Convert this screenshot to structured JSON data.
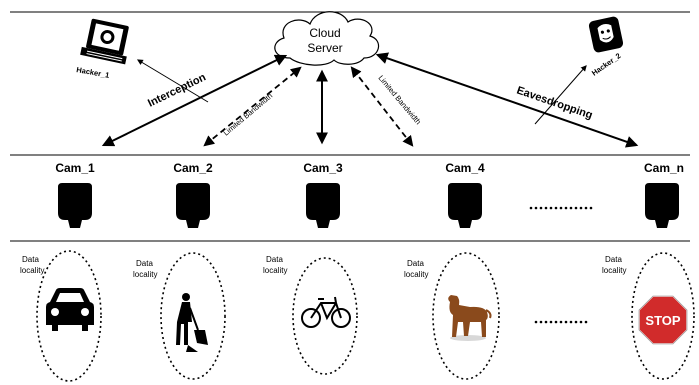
{
  "cloud": {
    "line1": "Cloud",
    "line2": "Server"
  },
  "hackers": [
    {
      "label": "Hacker_1",
      "icon": "laptop-hacker-icon"
    },
    {
      "label": "Hacker_2",
      "icon": "masked-hacker-icon"
    }
  ],
  "links": {
    "interception": "Interception",
    "eavesdropping": "Eavesdropping",
    "limited_bandwidth_left": "Limited Bandwidth",
    "limited_bandwidth_right": "Limited Bandwidth"
  },
  "cameras": [
    {
      "label": "Cam_1",
      "icon": "camera-icon"
    },
    {
      "label": "Cam_2",
      "icon": "camera-icon"
    },
    {
      "label": "Cam_3",
      "icon": "camera-icon"
    },
    {
      "label": "Cam_4",
      "icon": "camera-icon"
    },
    {
      "label": "Cam_n",
      "icon": "camera-icon"
    }
  ],
  "locality": [
    {
      "label_line1": "Data",
      "label_line2": "locality",
      "object": "car-icon"
    },
    {
      "label_line1": "Data",
      "label_line2": "locality",
      "object": "construction-worker-icon"
    },
    {
      "label_line1": "Data",
      "label_line2": "locality",
      "object": "bicycle-icon"
    },
    {
      "label_line1": "Data",
      "label_line2": "locality",
      "object": "dog-icon"
    },
    {
      "label_line1": "Data",
      "label_line2": "locality",
      "object": "stop-sign-icon"
    }
  ],
  "stop_sign": {
    "text": "STOP"
  },
  "colors": {
    "stop_red": "#d12b2b",
    "dog_brown": "#8a4a1c",
    "ink": "#000000"
  }
}
